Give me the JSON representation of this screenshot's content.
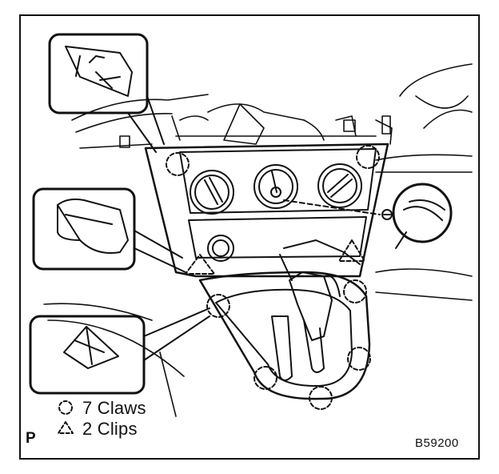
{
  "legend": {
    "claws_label": "7 Claws",
    "clips_label": "2 Clips",
    "claw_symbol": "dashed-circle",
    "clip_symbol": "dashed-triangle"
  },
  "page_label": "P",
  "reference_code": "B59200",
  "colors": {
    "line": "#111111",
    "background": "#ffffff"
  }
}
